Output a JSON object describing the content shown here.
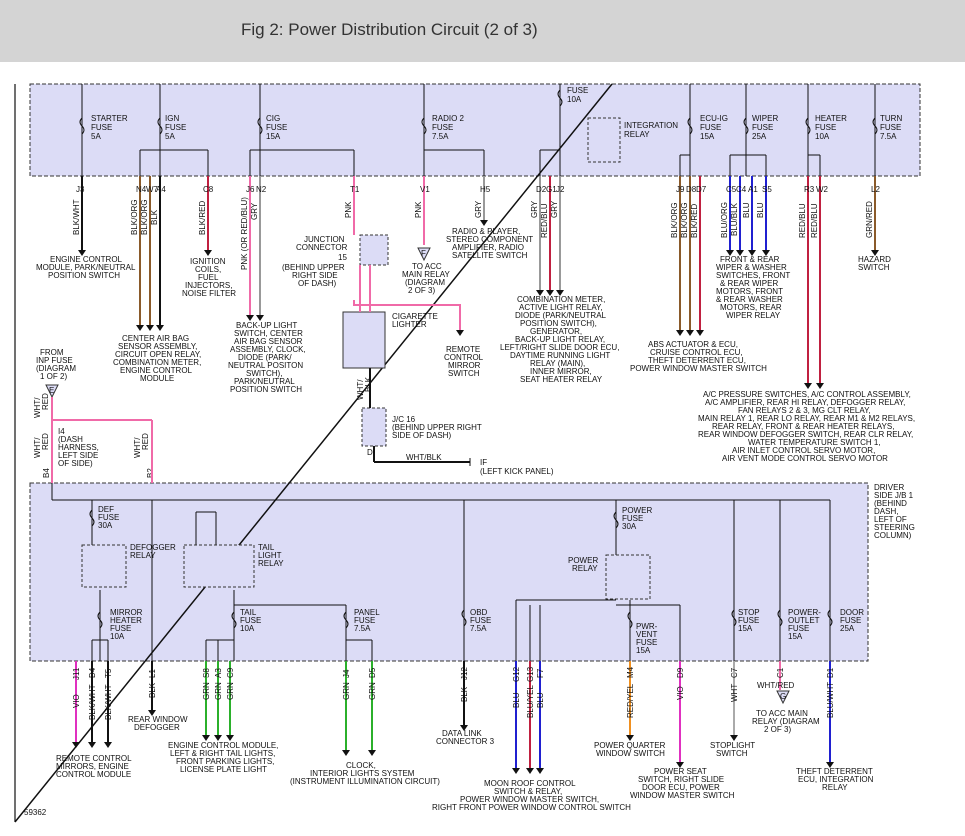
{
  "title": "Fig 2: Power Distribution Circuit (2 of 3)",
  "colors": {
    "box_fill": "#dcdcf6",
    "box_border": "#333",
    "pink": "#f06aa8",
    "green": "#2bb02b",
    "blue": "#2020d0",
    "darkred": "#c02040",
    "brown": "#8a5a2a",
    "orange": "#f09020",
    "violet": "#e030c0",
    "black": "#111"
  },
  "fuses": {
    "starter": "STARTER",
    "starter_fuse": "FUSE",
    "starter_amp": "5A",
    "ign": "IGN",
    "ign_fuse": "FUSE",
    "ign_amp": "5A",
    "cig": "CIG",
    "cig_fuse": "FUSE",
    "cig_amp": "15A",
    "radio2": "RADIO 2",
    "radio2_fuse": "FUSE",
    "radio2_amp": "7.5A",
    "fuse10": "FUSE",
    "fuse10_amp": "10A",
    "integration1": "INTEGRATION",
    "integration2": "RELAY",
    "ecuig": "ECU-IG",
    "ecuig_fuse": "FUSE",
    "ecuig_amp": "15A",
    "wiper": "WIPER",
    "wiper_fuse": "FUSE",
    "wiper_amp": "25A",
    "heater": "HEATER",
    "heater_fuse": "FUSE",
    "heater_amp": "10A",
    "turn": "TURN",
    "turn_fuse": "FUSE",
    "turn_amp": "7.5A"
  },
  "pins_top": {
    "j3": "J3",
    "n4": "N4",
    "w7": "W7",
    "a4": "A4",
    "c8": "C8",
    "j6": "J6",
    "n2": "N2",
    "t1": "T1",
    "v1": "V1",
    "h5": "H5",
    "d2": "D2",
    "g1": "G1",
    "j2": "J2",
    "j9": "J9",
    "d8": "D8",
    "d7": "D7",
    "c5": "C5",
    "c4": "C4",
    "a1": "A1",
    "s5": "S5",
    "r3": "R3",
    "w2": "W2",
    "l2": "L2"
  },
  "wires_top": {
    "blkwht": "BLK/WHT",
    "blkorg1": "BLK/ORG",
    "blkorg2": "BLK/ORG",
    "blk": "BLK",
    "blkred": "BLK/RED",
    "pnkorredblu": "PNK (OR RED/BLU)",
    "gry": "GRY",
    "pnk": "PNK",
    "pnk2": "PNK",
    "gry2": "GRY",
    "gry3": "GRY",
    "redblu": "RED/BLU",
    "gry4": "GRY",
    "blkorg3": "BLK/ORG",
    "blkorg4": "BLK/ORG",
    "blkred2": "BLK/RED",
    "bluorg": "BLU/ORG",
    "blublk": "BLU/BLK",
    "blu1": "BLU",
    "blu2": "BLU",
    "redblu2": "RED/BLU",
    "redblu3": "RED/BLU",
    "grnred": "GRN/RED"
  },
  "labels_top": {
    "ecm1": "ENGINE CONTROL",
    "ecm2": "MODULE, PARK/NEUTRAL",
    "ecm3": "POSITION SWITCH",
    "ign1": "IGNITION",
    "ign2": "COILS,",
    "ign3": "FUEL",
    "ign4": "INJECTORS,",
    "ign5": "NOISE FILTER",
    "cab1": "CENTER AIR BAG",
    "cab2": "SENSOR ASSEMBLY,",
    "cab3": "CIRCUIT OPEN RELAY,",
    "cab4": "COMBINATION METER,",
    "cab5": "ENGINE CONTROL",
    "cab6": "MODULE",
    "bk1": "BACK-UP LIGHT",
    "bk2": "SWITCH, CENTER",
    "bk3": "AIR BAG SENSOR",
    "bk4": "ASSEMBLY, CLOCK,",
    "bk5": "DIODE (PARK/",
    "bk6": "NEUTRAL POSITON",
    "bk7": "SWITCH),",
    "bk8": "PARK/NEUTRAL",
    "bk9": "POSITION SWITCH",
    "jc1": "JUNCTION",
    "jc2": "CONNECTOR",
    "jc3": "(BEHIND UPPER",
    "jc4": "RIGHT SIDE",
    "jc5": "OF DASH)",
    "jc15": "15",
    "acc1": "TO ACC",
    "acc2": "MAIN RELAY",
    "acc3": "(DIAGRAM",
    "acc4": "2 OF 3)",
    "f": "F",
    "rad1": "RADIO & PLAYER,",
    "rad2": "STEREO COMPONENT",
    "rad3": "AMPLIFIER, RADIO",
    "rad4": "SATELLITE SWITCH",
    "cig1": "CIGARETTE",
    "cig2": "LIGHTER",
    "rcm1": "REMOTE",
    "rcm2": "CONTROL",
    "rcm3": "MIRROR",
    "rcm4": "SWITCH",
    "cm1": "COMBINATION METER,",
    "cm2": "ACTIVE LIGHT RELAY,",
    "cm3": "DIODE (PARK/NEUTRAL",
    "cm4": "POSITION SWITCH),",
    "cm5": "GENERATOR,",
    "cm6": "BACK-UP LIGHT RELAY,",
    "cm7": "LEFT/RIGHT SLIDE DOOR ECU,",
    "cm8": "DAYTIME RUNNING LIGHT",
    "cm9": "RELAY (MAIN),",
    "cm10": "INNER MIRROR,",
    "cm11": "SEAT HEATER RELAY",
    "abs1": "ABS ACTUATOR & ECU,",
    "abs2": "CRUISE CONTROL ECU,",
    "abs3": "THEFT DETERRENT ECU,",
    "abs4": "POWER WINDOW MASTER SWITCH",
    "wip1": "FRONT & REAR",
    "wip2": "WIPER & WASHER",
    "wip3": "SWITCHES, FRONT",
    "wip4": "& REAR WIPER",
    "wip5": "MOTORS, FRONT",
    "wip6": "& REAR WASHER",
    "wip7": "MOTORS, REAR",
    "wip8": "WIPER RELAY",
    "haz1": "HAZARD",
    "haz2": "SWITCH",
    "ac1": "A/C PRESSURE SWITCHES, A/C CONTROL ASSEMBLY,",
    "ac2": "A/C AMPLIFIER, REAR HI RELAY, DEFOGGER RELAY,",
    "ac3": "FAN RELAYS 2 & 3, MG CLT RELAY,",
    "ac4": "MAIN RELAY 1, REAR LO RELAY, REAR M1 & M2 RELAYS,",
    "ac5": "REAR RELAY, FRONT & REAR HEATER RELAYS,",
    "ac6": "REAR WINDOW DEFOGGER SWITCH, REAR CLR RELAY,",
    "ac7": "WATER TEMPERATURE SWITCH 1,",
    "ac8": "AIR INLET CONTROL SERVO MOTOR,",
    "ac9": "AIR VENT MODE CONTROL SERVO MOTOR",
    "from1": "FROM",
    "from2": "INP FUSE",
    "from3": "(DIAGRAM",
    "from4": "1 OF 2)",
    "e": "E",
    "whtred1": "WHT/",
    "whtred2": "RED",
    "i41": "I4",
    "i42": "(DASH",
    "i43": "HARNESS,",
    "i44": "LEFT SIDE",
    "i45": "OF SIDE)",
    "whtred3": "WHT/",
    "whtred4": "RED",
    "whtred5": "WHT/",
    "whtred6": "RED",
    "b4": "B4",
    "b2": "B2",
    "jc16a": "J/C 16",
    "jc16b": "(BEHIND UPPER RIGHT",
    "jc16c": "SIDE OF DASH)",
    "whtblk": "WHT/BLK",
    "whtblk2": "WHT/",
    "whtblk3": "BLK",
    "if1": "IF",
    "if2": "(LEFT KICK PANEL)",
    "d": "D",
    "drv1": "DRIVER",
    "drv2": "SIDE J/B 1",
    "drv3": "(BEHIND",
    "drv4": "DASH,",
    "drv5": "LEFT OF",
    "drv6": "STEERING",
    "drv7": "COLUMN)"
  },
  "jb": {
    "def1": "DEF",
    "def2": "FUSE",
    "def3": "30A",
    "defr1": "DEFOGGER",
    "defr2": "RELAY",
    "tl1": "TAIL",
    "tl2": "LIGHT",
    "tl3": "RELAY",
    "pw1": "POWER",
    "pw2": "FUSE",
    "pw3": "30A",
    "pr1": "POWER",
    "pr2": "RELAY",
    "mh1": "MIRROR",
    "mh2": "HEATER",
    "mh3": "FUSE",
    "mh4": "10A",
    "tf1": "TAIL",
    "tf2": "FUSE",
    "tf3": "10A",
    "pf1": "PANEL",
    "pf2": "FUSE",
    "pf3": "7.5A",
    "obd1": "OBD",
    "obd2": "FUSE",
    "obd3": "7.5A",
    "pv1": "PWR-",
    "pv2": "VENT",
    "pv3": "FUSE",
    "pv4": "15A",
    "st1": "STOP",
    "st2": "FUSE",
    "st3": "15A",
    "po1": "POWER-",
    "po2": "OUTLET",
    "po3": "FUSE",
    "po4": "15A",
    "dr1": "DOOR",
    "dr2": "FUSE",
    "dr3": "25A"
  },
  "pins_bottom": {
    "j11": "J11",
    "d4": "D4",
    "t5": "T5",
    "l1": "L1",
    "s8": "S8",
    "a3": "A3",
    "c9": "C9",
    "j4": "J4",
    "d5": "D5",
    "j12": "J12",
    "g12": "G12",
    "g13": "G13",
    "f7": "F7",
    "m4": "M4",
    "d9": "D9",
    "c7": "C7",
    "c1": "C1",
    "d1": "D1"
  },
  "wires_bottom": {
    "vio": "VIO",
    "blkwht": "BLK/WHT",
    "blkwht2": "BLK/WHT",
    "blk": "BLK",
    "grn1": "GRN",
    "grn2": "GRN",
    "grn3": "GRN",
    "grn4": "GRN",
    "grn5": "GRN",
    "blk2": "BLK",
    "blu": "BLU",
    "bluyel": "BLU/YEL",
    "blu2": "BLU",
    "redyel": "RED/YEL",
    "vio2": "VIO",
    "wht": "WHT",
    "whtred": "WHT/RED",
    "bluwht": "BLU/WHT"
  },
  "labels_bottom": {
    "rw1": "REAR WINDOW",
    "rw2": "DEFOGGER",
    "rc1": "REMOTE CONTROL",
    "rc2": "MIRRORS, ENGINE",
    "rc3": "CONTROL MODULE",
    "ecm1": "ENGINE CONTROL MODULE,",
    "ecm2": "LEFT & RIGHT TAIL LIGHTS,",
    "ecm3": "FRONT PARKING LIGHTS,",
    "ecm4": "LICENSE PLATE LIGHT",
    "clk1": "CLOCK,",
    "clk2": "INTERIOR LIGHTS SYSTEM",
    "clk3": "(INSTRUMENT ILLUMINATION CIRCUIT)",
    "dl1": "DATA LINK",
    "dl2": "CONNECTOR 3",
    "mr1": "MOON ROOF CONTROL",
    "mr2": "SWITCH & RELAY,",
    "mr3": "POWER WINDOW MASTER SWITCH,",
    "mr4": "RIGHT FRONT POWER WINDOW CONTROL SWITCH",
    "pq1": "POWER QUARTER",
    "pq2": "WINDOW SWITCH",
    "ps1": "POWER SEAT",
    "ps2": "SWITCH, RIGHT SLIDE",
    "ps3": "DOOR ECU, POWER",
    "ps4": "WINDOW MASTER SWITCH",
    "sl1": "STOPLIGHT",
    "sl2": "SWITCH",
    "acc1": "TO ACC MAIN",
    "acc2": "RELAY (DIAGRAM",
    "acc3": "2 OF 3)",
    "g": "G",
    "td1": "THEFT DETERRENT",
    "td2": "ECU, INTEGRATION",
    "td3": "RELAY",
    "code": "59362"
  }
}
